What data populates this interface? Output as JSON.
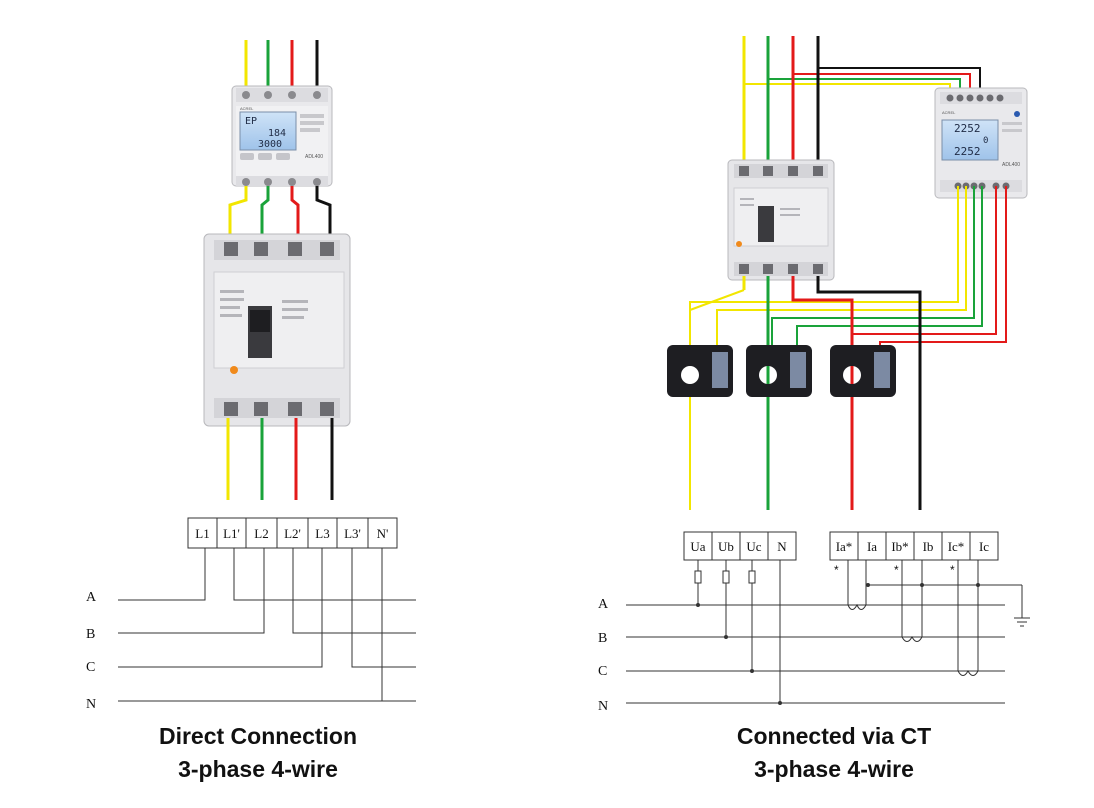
{
  "left": {
    "title": "Direct Connection",
    "subtitle": "3-phase 4-wire",
    "terminals": [
      "L1",
      "L1'",
      "L2",
      "L2'",
      "L3",
      "L3'",
      "N'"
    ],
    "phases": [
      "A",
      "B",
      "C",
      "N"
    ],
    "meter": {
      "brand": "ACREL",
      "model": "ADL400",
      "display": [
        "EP",
        "184",
        "3000"
      ]
    }
  },
  "right": {
    "title": "Connected via CT",
    "subtitle": "3-phase 4-wire",
    "voltage_terminals": [
      "Ua",
      "Ub",
      "Uc",
      "N"
    ],
    "current_terminals": [
      "Ia*",
      "Ia",
      "Ib*",
      "Ib",
      "Ic*",
      "Ic"
    ],
    "phases": [
      "A",
      "B",
      "C",
      "N"
    ],
    "meter": {
      "brand": "ACREL",
      "model": "ADL400",
      "display": [
        "2252",
        "0",
        "2252"
      ]
    }
  },
  "polarity_mark": "*",
  "wire_colors": {
    "A": "#f2e600",
    "B": "#1aa33a",
    "C": "#e31a1a",
    "N": "#111111"
  }
}
